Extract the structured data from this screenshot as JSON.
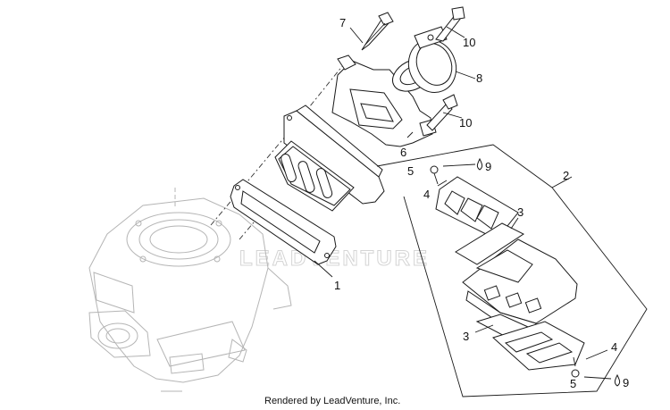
{
  "diagram": {
    "callouts": {
      "c1": "1",
      "c2": "2",
      "c3a": "3",
      "c3b": "3",
      "c4a": "4",
      "c4b": "4",
      "c5a": "5",
      "c5b": "5",
      "c6": "6",
      "c7": "7",
      "c8": "8",
      "c9a": "9",
      "c9b": "9",
      "c10a": "10",
      "c10b": "10"
    },
    "watermark": "LEADVENTURE",
    "footer": "Rendered by LeadVenture, Inc."
  }
}
